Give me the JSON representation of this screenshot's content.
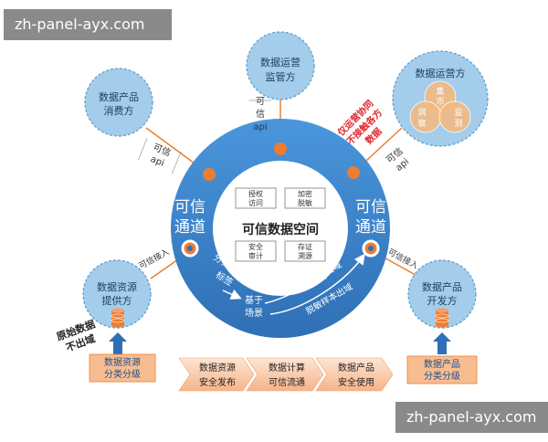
{
  "watermark_top": "zh-panel-ayx.com",
  "watermark_bottom": "zh-panel-ayx.com",
  "bubbles": {
    "consumer": [
      "数据产品",
      "消费方"
    ],
    "operator": [
      "数据运营",
      "监管方"
    ],
    "right_top_title": "数据运营方",
    "provider": [
      "数据资源",
      "提供方"
    ],
    "developer": [
      "数据产品",
      "开发方"
    ]
  },
  "venn": {
    "top": [
      "集",
      "市"
    ],
    "left": [
      "洞",
      "察"
    ],
    "right": [
      "监",
      "测"
    ]
  },
  "api_labels": {
    "left": [
      "可信",
      "api"
    ],
    "top": [
      "可",
      "信",
      "api"
    ],
    "right": [
      "可信",
      "api"
    ]
  },
  "red_note": [
    "仅运营协同",
    "不接触各方",
    "数据"
  ],
  "access_left": "可信接入",
  "access_right": "可信接入",
  "ring": {
    "left_channel": [
      "可信",
      "通道"
    ],
    "right_channel": [
      "可信",
      "通道"
    ],
    "center_title": "可信数据空间",
    "features": [
      [
        "授权",
        "访问"
      ],
      [
        "加密",
        "脱敏"
      ],
      [
        "安全",
        "审计"
      ],
      [
        "存证",
        "溯源"
      ]
    ],
    "flow_1": [
      "分类分级",
      "标签"
    ],
    "flow_2": [
      "基于",
      "场景"
    ],
    "flow_3": "算法模型出域",
    "flow_4": "脱敏样本出域"
  },
  "left_note": [
    "原始数据",
    "不出域"
  ],
  "left_box": [
    "数据资源",
    "分类分级"
  ],
  "right_box": [
    "数据产品",
    "分类分级"
  ],
  "steps": [
    [
      "数据资源",
      "安全发布"
    ],
    [
      "数据计算",
      "可信流通"
    ],
    [
      "数据产品",
      "安全使用"
    ]
  ],
  "colors": {
    "ring_blue": "#3d86cf",
    "bubble_blue": "#a3cdea",
    "orange": "#ed7d31",
    "venn_orange": "#f7b77c",
    "red_text": "#e0262b",
    "arrow_blue": "#3f72b5"
  }
}
